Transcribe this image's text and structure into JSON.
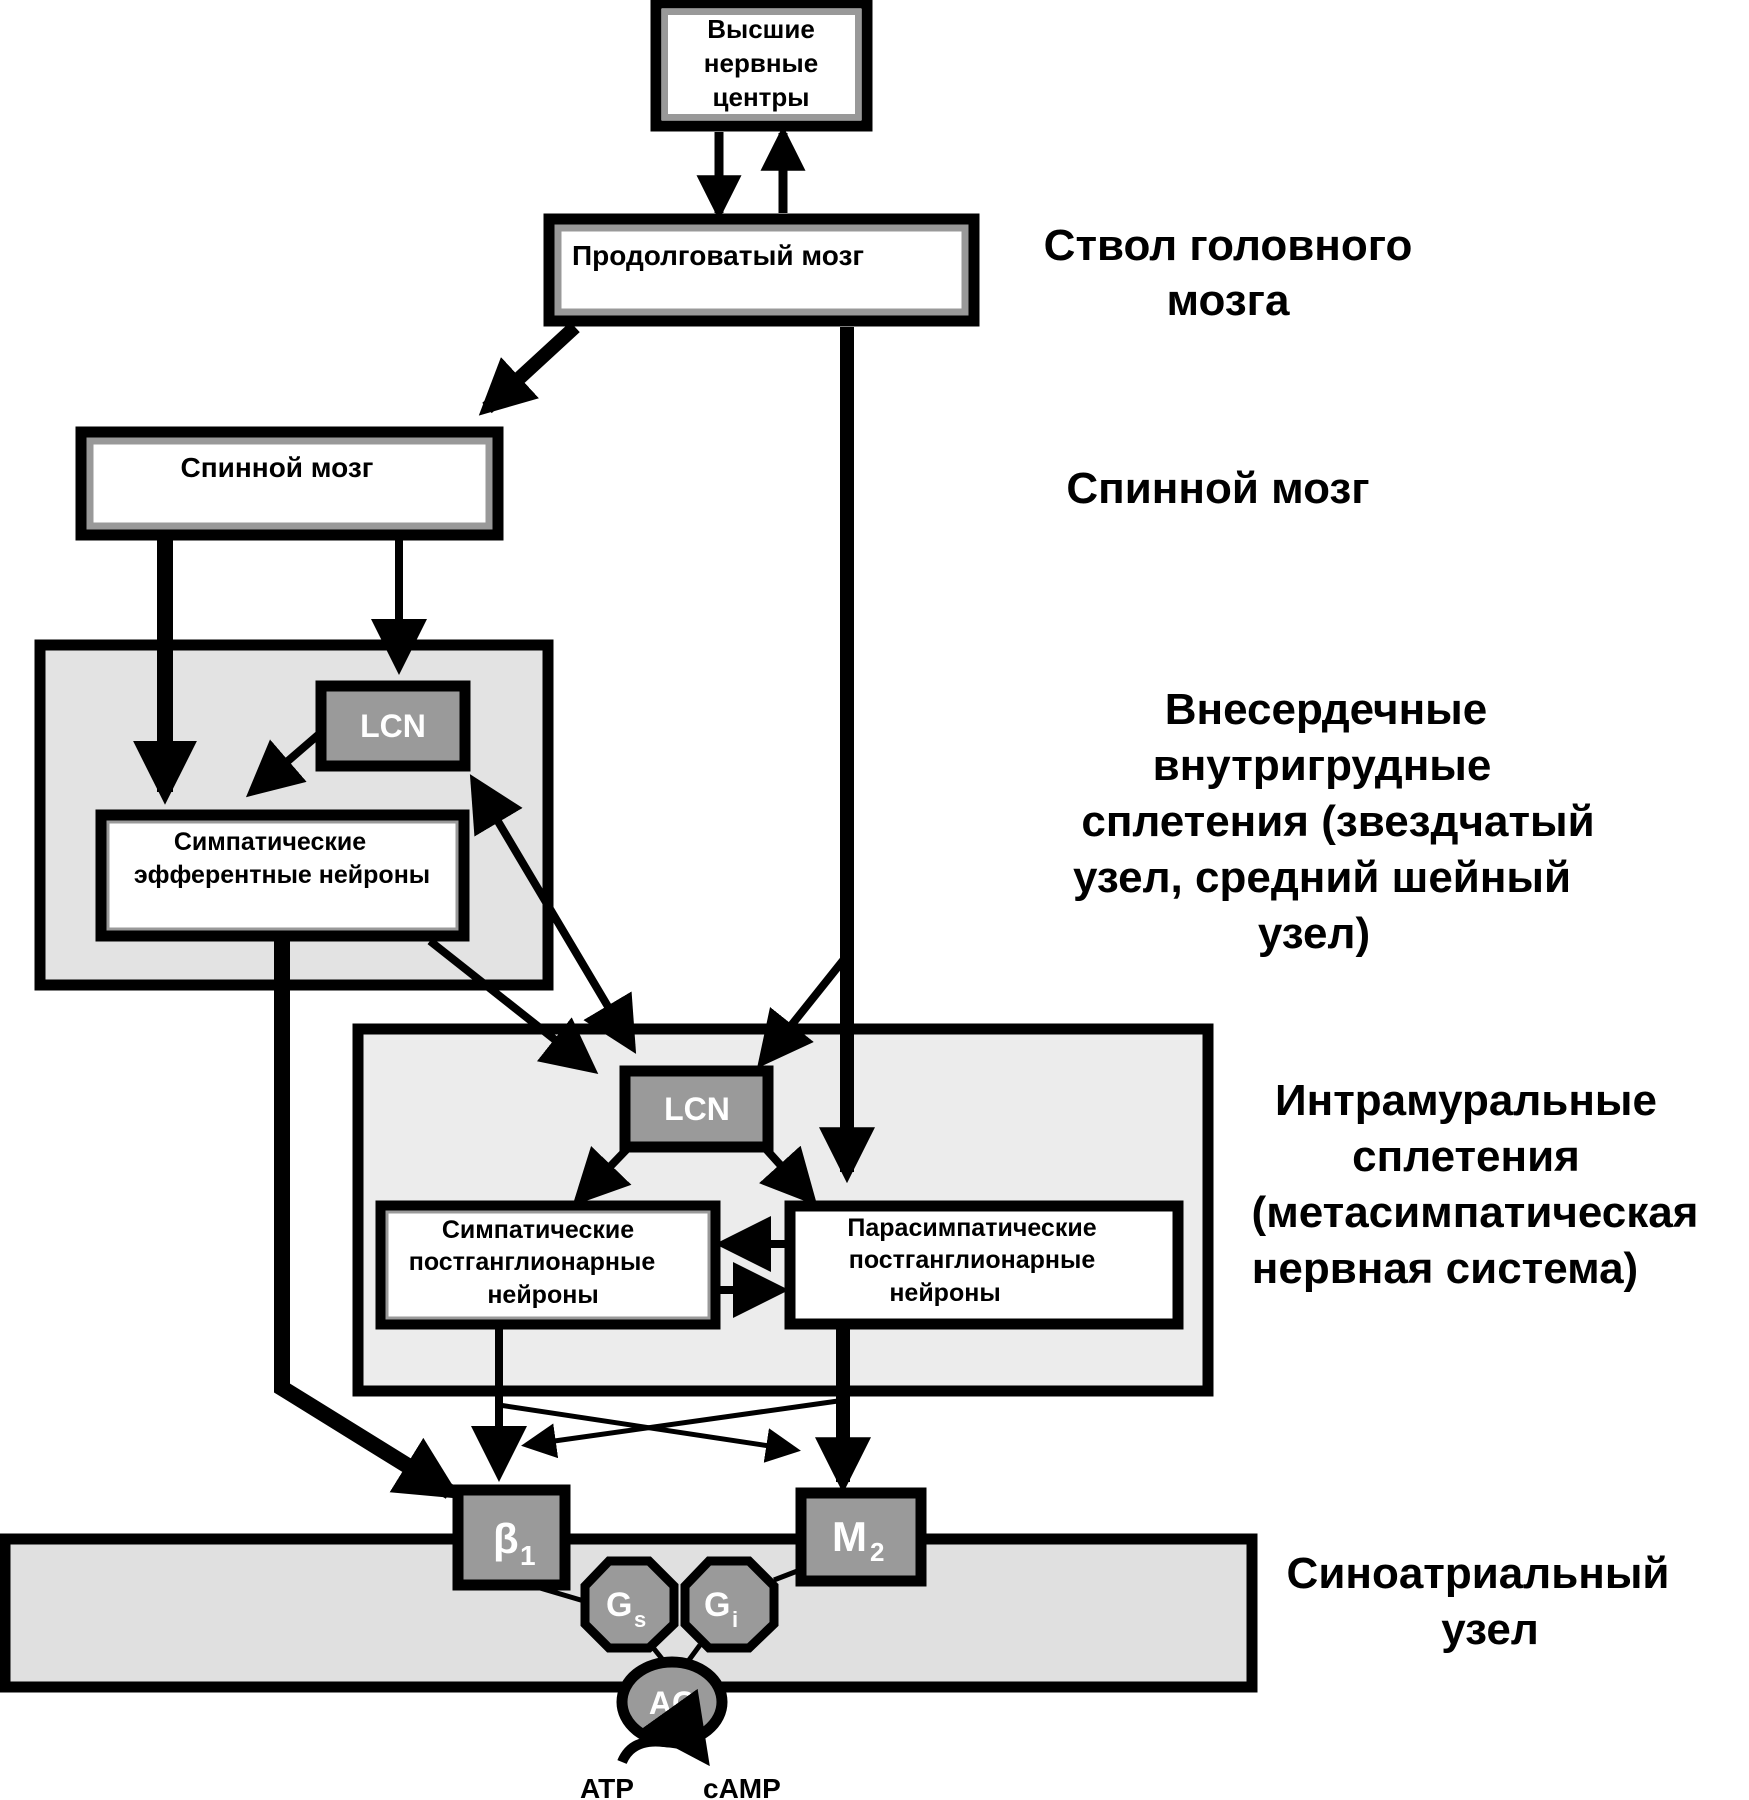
{
  "colors": {
    "line": "#000000",
    "box_inner_border": "#999999",
    "region_fill": "#e3e3e3",
    "intramural_fill": "#ececec",
    "node_fill_dark": "#9a9a9a",
    "node_fill_light": "#ffffff",
    "label_on_dark": "#ffffff"
  },
  "nodes": {
    "higher_centers": [
      "Высшие",
      "нервные",
      "центры"
    ],
    "medulla": "Продолговатый мозг",
    "spinal_cord": "Спинной мозг",
    "lcn_extracardiac": "LCN",
    "sympathetic_efferent": [
      "Симпатические",
      "эфферентные нейроны"
    ],
    "lcn_intramural": "LCN",
    "sympathetic_postganglionic": [
      "Симпатические",
      "постганглионарные",
      "нейроны"
    ],
    "parasympathetic_postganglionic": [
      "Парасимпатические",
      "постганглионарные",
      "нейроны"
    ],
    "beta1": {
      "main": "β",
      "sub": "1"
    },
    "m2": {
      "main": "M",
      "sub": "2"
    },
    "gs": {
      "main": "G",
      "sub": "s"
    },
    "gi": {
      "main": "G",
      "sub": "i"
    },
    "ac": "AC",
    "atp": "ATP",
    "camp": "cAMP"
  },
  "levels": {
    "brainstem": [
      "Ствол головного",
      "мозга"
    ],
    "spinal_cord": [
      "Спинной мозг"
    ],
    "extracardiac": [
      "Внесердечные",
      "внутригрудные",
      "сплетения (звездчатый",
      "узел, средний шейный",
      "узел)"
    ],
    "intramural": [
      "Интрамуральные",
      "сплетения",
      "(метасимпатическая",
      "нервная система)"
    ],
    "sa_node": [
      "Синоатриальный",
      "узел"
    ]
  },
  "connections": [
    {
      "from": "higher_centers",
      "to": "medulla"
    },
    {
      "from": "medulla",
      "to": "higher_centers"
    },
    {
      "from": "medulla",
      "to": "spinal_cord"
    },
    {
      "from": "medulla",
      "to": "parasympathetic_postganglionic"
    },
    {
      "from": "medulla",
      "to": "lcn_intramural"
    },
    {
      "from": "spinal_cord",
      "to": "sympathetic_efferent"
    },
    {
      "from": "spinal_cord",
      "to": "lcn_extracardiac"
    },
    {
      "from": "lcn_extracardiac",
      "to": "sympathetic_efferent"
    },
    {
      "from": "lcn_extracardiac",
      "to": "lcn_intramural",
      "bidirectional": true
    },
    {
      "from": "sympathetic_efferent",
      "to": "lcn_intramural"
    },
    {
      "from": "sympathetic_efferent",
      "to": "beta1"
    },
    {
      "from": "lcn_intramural",
      "to": "sympathetic_postganglionic"
    },
    {
      "from": "lcn_intramural",
      "to": "parasympathetic_postganglionic"
    },
    {
      "from": "parasympathetic_postganglionic",
      "to": "sympathetic_postganglionic"
    },
    {
      "from": "sympathetic_postganglionic",
      "to": "parasympathetic_postganglionic"
    },
    {
      "from": "sympathetic_postganglionic",
      "to": "beta1"
    },
    {
      "from": "sympathetic_postganglionic",
      "to": "m2"
    },
    {
      "from": "parasympathetic_postganglionic",
      "to": "m2"
    },
    {
      "from": "parasympathetic_postganglionic",
      "to": "beta1"
    },
    {
      "from": "beta1",
      "to": "gs"
    },
    {
      "from": "m2",
      "to": "gi"
    },
    {
      "from": "gs",
      "to": "ac"
    },
    {
      "from": "gi",
      "to": "ac"
    },
    {
      "from": "atp",
      "to": "camp",
      "via": "ac"
    }
  ]
}
